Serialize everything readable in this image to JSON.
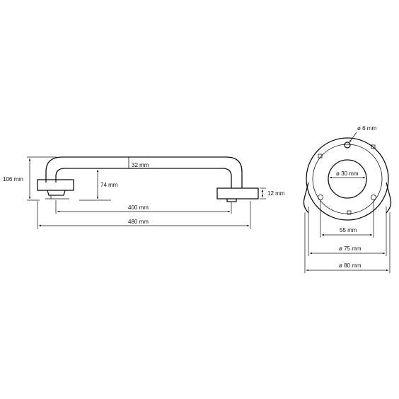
{
  "figure": {
    "side_view": {
      "height_label": "106 mm",
      "tube_label": "32 mm",
      "standoff_label": "74 mm",
      "flange_label": "12 mm",
      "inner_length_label": "400 mm",
      "overall_length_label": "480 mm"
    },
    "end_view": {
      "screw_hole_label": "ø 6 mm",
      "bore_label": "ø 30 mm",
      "hole_spacing_label": "55 mm",
      "rosette_label": "ø 75 mm",
      "outer_label": "ø 80 mm"
    }
  }
}
